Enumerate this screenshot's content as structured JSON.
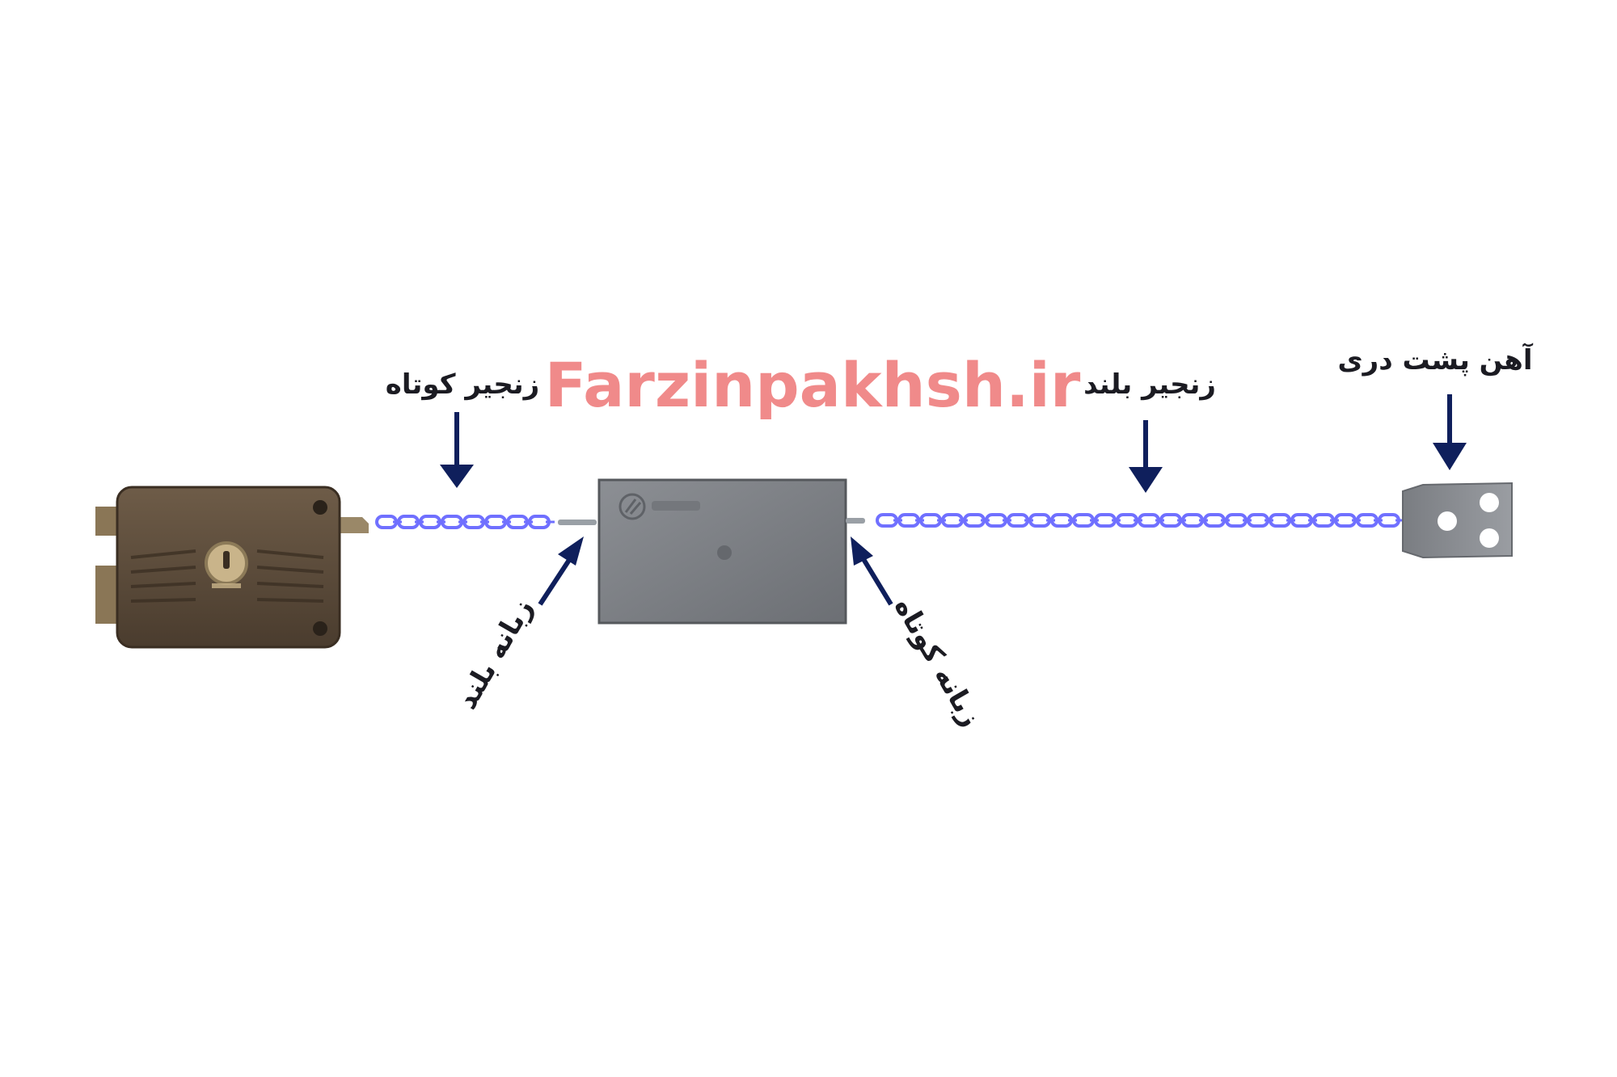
{
  "watermark": "Farzinpakhsh.ir",
  "labels": {
    "short_chain": "زنجیر کوتاه",
    "long_chain": "زنجیر بلند",
    "door_iron": "آهن پشت دری",
    "long_bolt": "زبانه بلند",
    "short_bolt": "زبانه کوتاه"
  },
  "colors": {
    "arrow": "#0f1f5c",
    "chain": "#7070ff",
    "chain_glow": "#b8b8ff",
    "lock_body": "#5a4a3a",
    "box_body": "#7d8085",
    "bracket": "#8a8d92",
    "watermark": "#f08a8a"
  },
  "icons": {
    "lock": "rim-lock-icon",
    "box": "gear-box-icon",
    "bracket": "angle-bracket-icon"
  }
}
